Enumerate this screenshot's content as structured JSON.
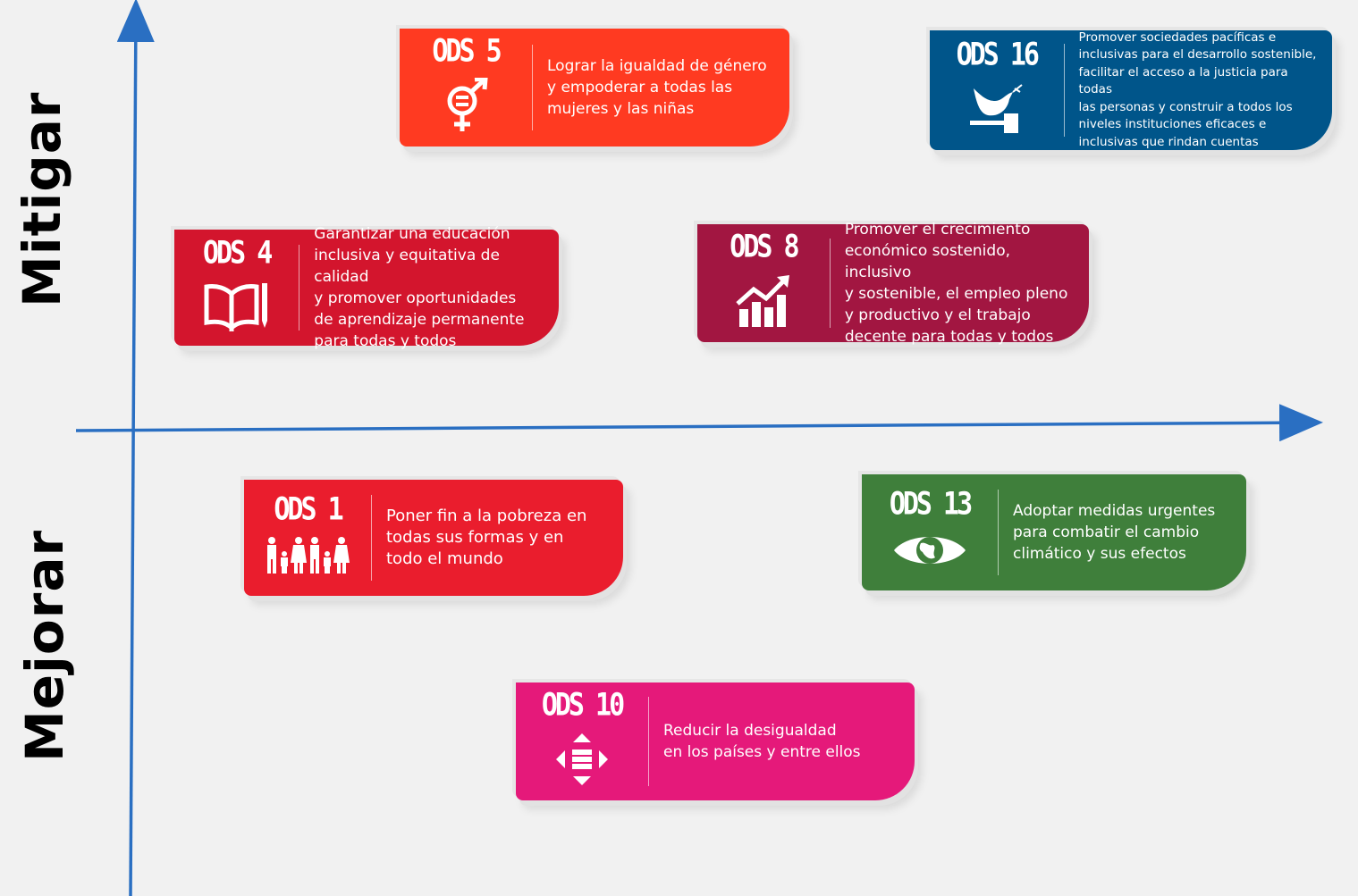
{
  "axes": {
    "vertical_label_top": "Mitigar",
    "vertical_label_bottom": "Mejorar",
    "color": "#2a6fc2"
  },
  "cards": {
    "ods5": {
      "code": "ODS 5",
      "color": "#ff3a21",
      "icon": "gender-equality-icon",
      "lines": [
        "Lograr la igualdad de género",
        "y empoderar a todas las",
        "mujeres y las niñas"
      ]
    },
    "ods16": {
      "code": "ODS 16",
      "color": "#00558a",
      "icon": "dove-gavel-icon",
      "lines": [
        "Promover sociedades pacíficas e",
        "inclusivas para el desarrollo sostenible,",
        "facilitar el acceso a la justicia para todas",
        "las personas y construir a todos los",
        "niveles instituciones eficaces e",
        "inclusivas que rindan cuentas"
      ]
    },
    "ods4": {
      "code": "ODS 4",
      "color": "#d3152d",
      "icon": "book-pencil-icon",
      "lines": [
        "Garantizar una educación",
        "inclusiva y equitativa de calidad",
        "y promover oportunidades",
        "de aprendizaje permanente",
        "para todas y todos"
      ]
    },
    "ods8": {
      "code": "ODS 8",
      "color": "#a21641",
      "icon": "growth-chart-icon",
      "lines": [
        "Promover el crecimiento",
        "económico sostenido, inclusivo",
        "y sostenible, el empleo pleno",
        "y productivo y el trabajo",
        "decente para todas y todos"
      ]
    },
    "ods1": {
      "code": "ODS 1",
      "color": "#ea1d2d",
      "icon": "family-icon",
      "lines": [
        "Poner fin a la pobreza en",
        "todas sus formas y en",
        "todo el mundo"
      ]
    },
    "ods13": {
      "code": "ODS 13",
      "color": "#3f7f3b",
      "icon": "eye-globe-icon",
      "lines": [
        "Adoptar medidas urgentes",
        "para combatir el cambio",
        "climático y sus efectos"
      ]
    },
    "ods10": {
      "code": "ODS 10",
      "color": "#e5197a",
      "icon": "inequality-arrows-icon",
      "lines": [
        "Reducir la desigualdad",
        "en los países y entre ellos"
      ]
    }
  }
}
